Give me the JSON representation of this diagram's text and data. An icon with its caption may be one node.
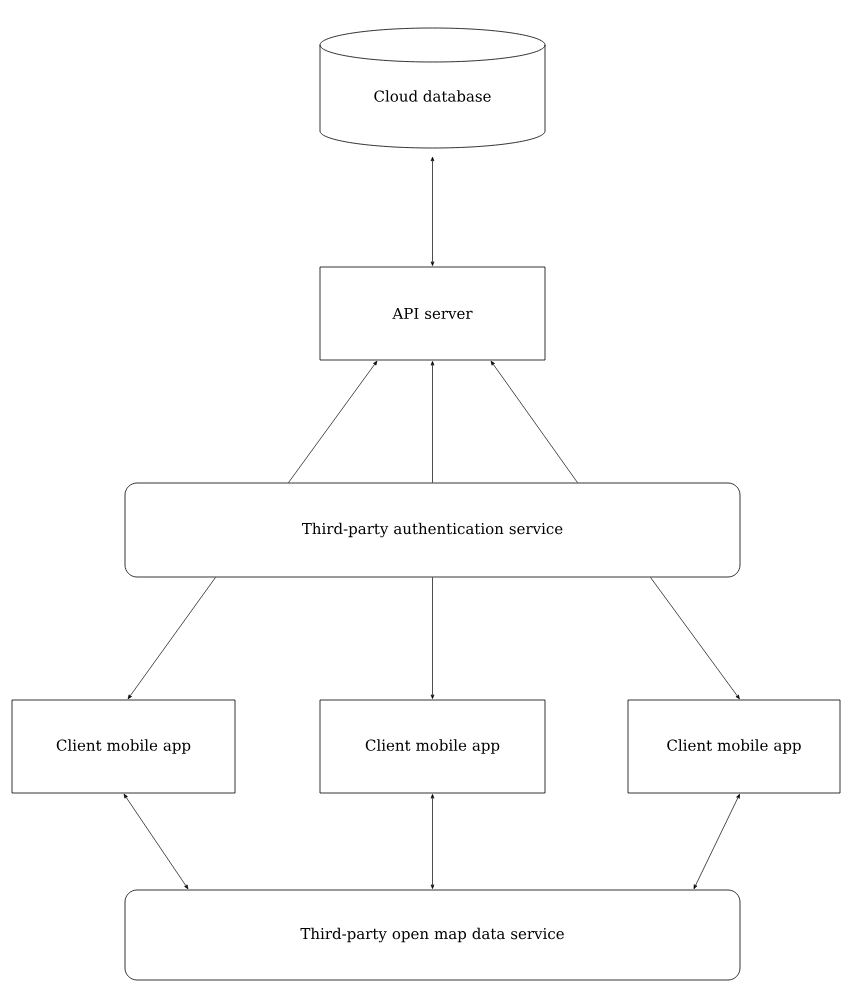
{
  "diagram": {
    "nodes": [
      {
        "text": [
          "Cloud database"
        ]
      },
      {
        "text": [
          "API server"
        ]
      },
      {
        "text": [
          "Third-party authentication service"
        ]
      },
      {
        "text": [
          "Client mobile app"
        ]
      },
      {
        "text": [
          "Client mobile app"
        ]
      },
      {
        "text": [
          "Client mobile app"
        ]
      },
      {
        "text": [
          "Third-party open map data service"
        ]
      }
    ],
    "edges": [
      {
        "from": 0,
        "to": 1,
        "arrow": "both"
      },
      {
        "from": 2,
        "to": 1,
        "arrow": "to"
      },
      {
        "from": 2,
        "to": 1,
        "arrow": "to"
      },
      {
        "from": 2,
        "to": 1,
        "arrow": "to"
      },
      {
        "from": 2,
        "to": 3,
        "arrow": "to"
      },
      {
        "from": 2,
        "to": 4,
        "arrow": "to"
      },
      {
        "from": 2,
        "to": 5,
        "arrow": "to"
      },
      {
        "from": 3,
        "to": 6,
        "arrow": "both"
      },
      {
        "from": 4,
        "to": 6,
        "arrow": "both"
      },
      {
        "from": 5,
        "to": 6,
        "arrow": "both"
      }
    ]
  }
}
